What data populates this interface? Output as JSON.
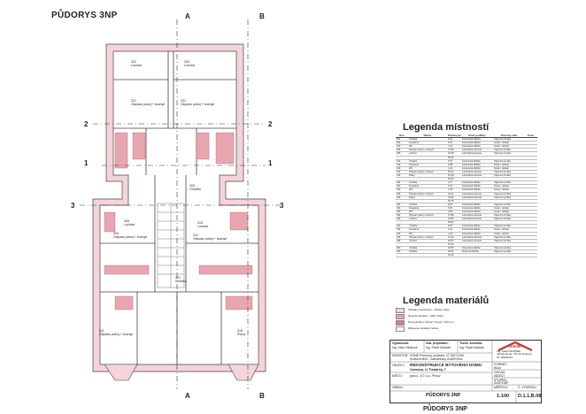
{
  "title": "PŮDORYS 3NP",
  "section_markers": {
    "a": "A",
    "b": "B"
  },
  "row_markers": {
    "m1": "1",
    "m2": "2",
    "m3": "3"
  },
  "rooms": [
    {
      "id": "r1",
      "num": "322",
      "name": "Ložnice"
    },
    {
      "id": "r2",
      "num": "332",
      "name": "Ložnice"
    },
    {
      "id": "r3",
      "num": "321",
      "name": "Obývací pokoj + kuchyň"
    },
    {
      "id": "r4",
      "num": "331",
      "name": "Obývací pokoj + kuchyň"
    },
    {
      "id": "r5",
      "num": "305",
      "name": "Ložnice"
    },
    {
      "id": "r6",
      "num": "304",
      "name": "Obývací pokoj + kuchyň"
    },
    {
      "id": "r7",
      "num": "313",
      "name": "Ložnice"
    },
    {
      "id": "r8",
      "num": "312",
      "name": "Obývací pokoj + kuchyň"
    },
    {
      "id": "r9",
      "num": "311",
      "name": "Obývací pokoj + kuchyň"
    },
    {
      "id": "r10",
      "num": "315",
      "name": "Pokoj"
    },
    {
      "id": "r11",
      "num": "303",
      "name": "Chodba"
    },
    {
      "id": "r12",
      "num": "301",
      "name": "Chodba"
    }
  ],
  "legend_rooms": {
    "title": "Legenda místností",
    "headers": [
      "Ozn.",
      "Název",
      "Plocha [m2]",
      "Druh podlahy",
      "Povrchy stěn",
      "Pozn."
    ],
    "rows": [
      [
        "301",
        "Chodba",
        "9,42",
        "Keramická dlažba",
        "Vápenná omítka",
        ""
      ],
      [
        "302",
        "Koupelna",
        "5,16",
        "Keramická dlažba",
        "Keram. obklad",
        ""
      ],
      [
        "303",
        "WC",
        "1,54",
        "Keramická dlažba",
        "Keram. obklad",
        ""
      ],
      [
        "304",
        "Obývací pokoj + kuchyň",
        "27,96",
        "Laminátová lamela",
        "Vápenná omítka",
        ""
      ],
      [
        "305",
        "Ložnice",
        "15,38",
        "Laminátová lamela",
        "Vápenná omítka",
        ""
      ],
      [
        "",
        "",
        "59,46",
        "",
        "",
        ""
      ],
      [
        "311",
        "Chodba",
        "6,70",
        "Keramická dlažba",
        "Vápenná omítka",
        ""
      ],
      [
        "312",
        "Koupelna",
        "4,88",
        "Keramická dlažba",
        "Keram. obklad",
        ""
      ],
      [
        "313",
        "WC",
        "1,42",
        "Keramická dlažba",
        "Keram. obklad",
        ""
      ],
      [
        "314",
        "Obývací pokoj + kuchyň",
        "26,14",
        "Laminátová lamela",
        "Vápenná omítka",
        ""
      ],
      [
        "315",
        "Pokoj",
        "15,48",
        "Laminátová lamela",
        "Vápenná omítka",
        ""
      ],
      [
        "",
        "",
        "54,62",
        "",
        "",
        ""
      ],
      [
        "321",
        "Chodba",
        "4,77",
        "Keramická dlažba",
        "Vápenná omítka",
        ""
      ],
      [
        "322",
        "Koupelna",
        "4,31",
        "Keramická dlažba",
        "Keram. obklad",
        ""
      ],
      [
        "323",
        "WC",
        "1,38",
        "Keramická dlažba",
        "Keram. obklad",
        ""
      ],
      [
        "324",
        "Obývací pokoj + kuchyň",
        "26,21",
        "Laminátová lamela",
        "Vápenná omítka",
        ""
      ],
      [
        "325",
        "Pokoj",
        "16,08",
        "Laminátová lamela",
        "Vápenná omítka",
        ""
      ],
      [
        "",
        "",
        "52,75",
        "",
        "",
        ""
      ],
      [
        "331",
        "Chodba",
        "8,60",
        "Keramická dlažba",
        "Vápenná omítka",
        ""
      ],
      [
        "332",
        "Koupelna",
        "5,30",
        "Keramická dlažba",
        "Keram. obklad",
        ""
      ],
      [
        "333",
        "WC",
        "1,66",
        "Keramická dlažba",
        "Keram. obklad",
        ""
      ],
      [
        "334",
        "Obývací pokoj + kuchyň",
        "27,86",
        "Laminátová lamela",
        "Vápenná omítka",
        ""
      ],
      [
        "335",
        "Ložnice",
        "15,50",
        "Laminátová lamela",
        "Vápenná omítka",
        ""
      ],
      [
        "",
        "",
        "58,92",
        "",
        "",
        ""
      ],
      [
        "341",
        "Chodba",
        "6,20",
        "Keramická dlažba",
        "Vápenná omítka",
        ""
      ],
      [
        "342",
        "Koupelna",
        "7,01",
        "Keramická dlažba",
        "Keram. obklad",
        ""
      ],
      [
        "343",
        "WC",
        "1,44",
        "Keramická dlažba",
        "Keram. obklad",
        ""
      ],
      [
        "344",
        "Obývací pokoj + kuchyň",
        "27,22",
        "Laminátová lamela",
        "Vápenná omítka",
        ""
      ],
      [
        "345",
        "Ložnice",
        "15,57",
        "Laminátová lamela",
        "Vápenná omítka",
        ""
      ],
      [
        "",
        "",
        "57,44",
        "",
        "",
        ""
      ],
      [
        "351",
        "Chodba",
        "18,05",
        "Keramická dlažba",
        "Vápenná omítka",
        ""
      ],
      [
        "352",
        "Chodba",
        "26,21",
        "Teracová dlažba",
        "Vápenná omítka",
        ""
      ],
      [
        "",
        "",
        "44,26",
        "",
        "",
        ""
      ]
    ]
  },
  "legend_materials": {
    "title": "Legenda materiálů",
    "items": [
      {
        "label": "Stávající konstrukce - cihelné zdivo",
        "color": "#f4d4d8"
      },
      {
        "label": "Nová konstrukce - SDK příčky",
        "color": "#e8a6b0"
      },
      {
        "label": "Nová příčka z tvárnic Ytong tl. 100 mm",
        "color": "#d77c8c"
      },
      {
        "label": "Zdvojená instalační stěna",
        "color": "#ffffff"
      }
    ]
  },
  "title_block": {
    "labels": {
      "drawn": "Vypracoval:",
      "responsible": "Zod. projektant:",
      "checked": "Techn. kontrola:",
      "investor": "INVESTOR:",
      "object": "OBJEKT:",
      "location": "MÍSTO:",
      "content": "OBSAH:",
      "format": "FORMÁT:",
      "date": "DATUM:",
      "stage": "STUPEŇ:",
      "scale": "MĚŘÍTKO:",
      "drawing_no": "Č. VÝKRESU:"
    },
    "drawn_by": "Ing. Klára Sluštová",
    "responsible_by": "Ing. Pavel Matínek",
    "checked_by": "Ing. Pavel Matínek",
    "investor": "HOME Premium, družstvo, IČ 03071026",
    "investor_addr": "Kroftova 80/4 , Žabovřesky, 61600 Brno",
    "object": "REKONSTRUKCE BYTOVÉHO DOMU",
    "object_sub": "Ostrava, U Tiskárny 7",
    "location": "parc.č. 372, k.ú. Přívoz",
    "content": "PŮDORYS 3NP",
    "format": "8xA4",
    "date": "08/2017",
    "stage": "DUR+DSP",
    "scale": "1:100",
    "drawing_no": "D.1.1.B.08",
    "company": "Atelier",
    "company_person": "Ing. Pavel MATÍNEK",
    "company_addr": "Jahodová 2a, 701 00 Ostrava",
    "company_id": "IČ: 48810215"
  },
  "colors": {
    "existing_wall": "#f4d4d8",
    "new_wall": "#e8a6b0",
    "ytong": "#d77c8c",
    "outline": "#444444",
    "logo": "#c0392b"
  }
}
